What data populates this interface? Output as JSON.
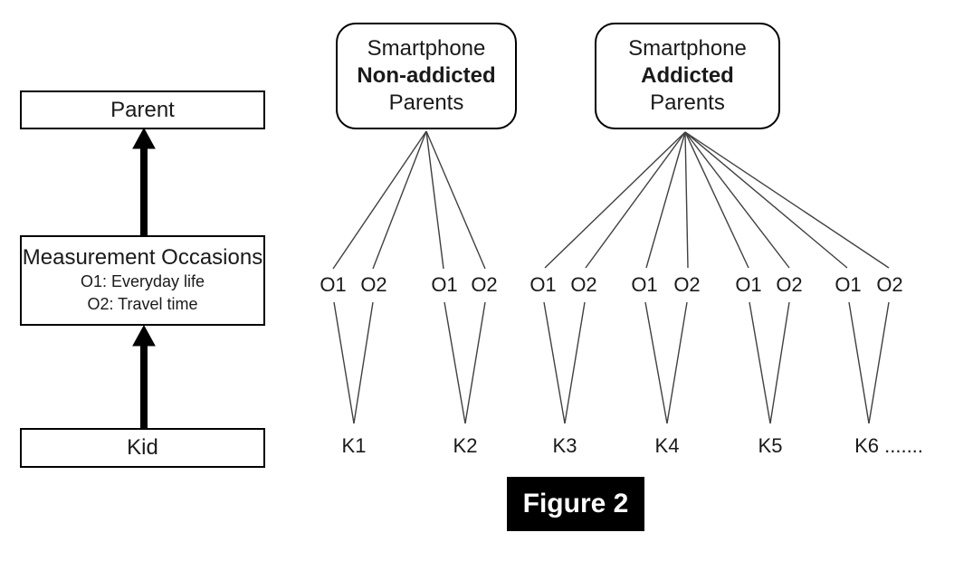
{
  "left_flow": {
    "parent_label": "Parent",
    "measurement_title": "Measurement Occasions",
    "measurement_sub1": "O1: Everyday life",
    "measurement_sub2": "O2: Travel time",
    "kid_label": "Kid"
  },
  "groups": [
    {
      "line1": "Smartphone",
      "line2": "Non-addicted",
      "line3": "Parents"
    },
    {
      "line1": "Smartphone",
      "line2": "Addicted",
      "line3": "Parents"
    }
  ],
  "occasions": [
    "O1",
    "O2",
    "O1",
    "O2",
    "O1",
    "O2",
    "O1",
    "O2",
    "O1",
    "O2",
    "O1",
    "O2"
  ],
  "kids": [
    "K1",
    "K2",
    "K3",
    "K4",
    "K5",
    "K6 ......."
  ],
  "caption": "Figure 2",
  "colors": {
    "background": "#ffffff",
    "box_border": "#000000",
    "thin_line": "#404040",
    "arrow": "#000000",
    "caption_bg": "#000000",
    "caption_fg": "#ffffff"
  }
}
